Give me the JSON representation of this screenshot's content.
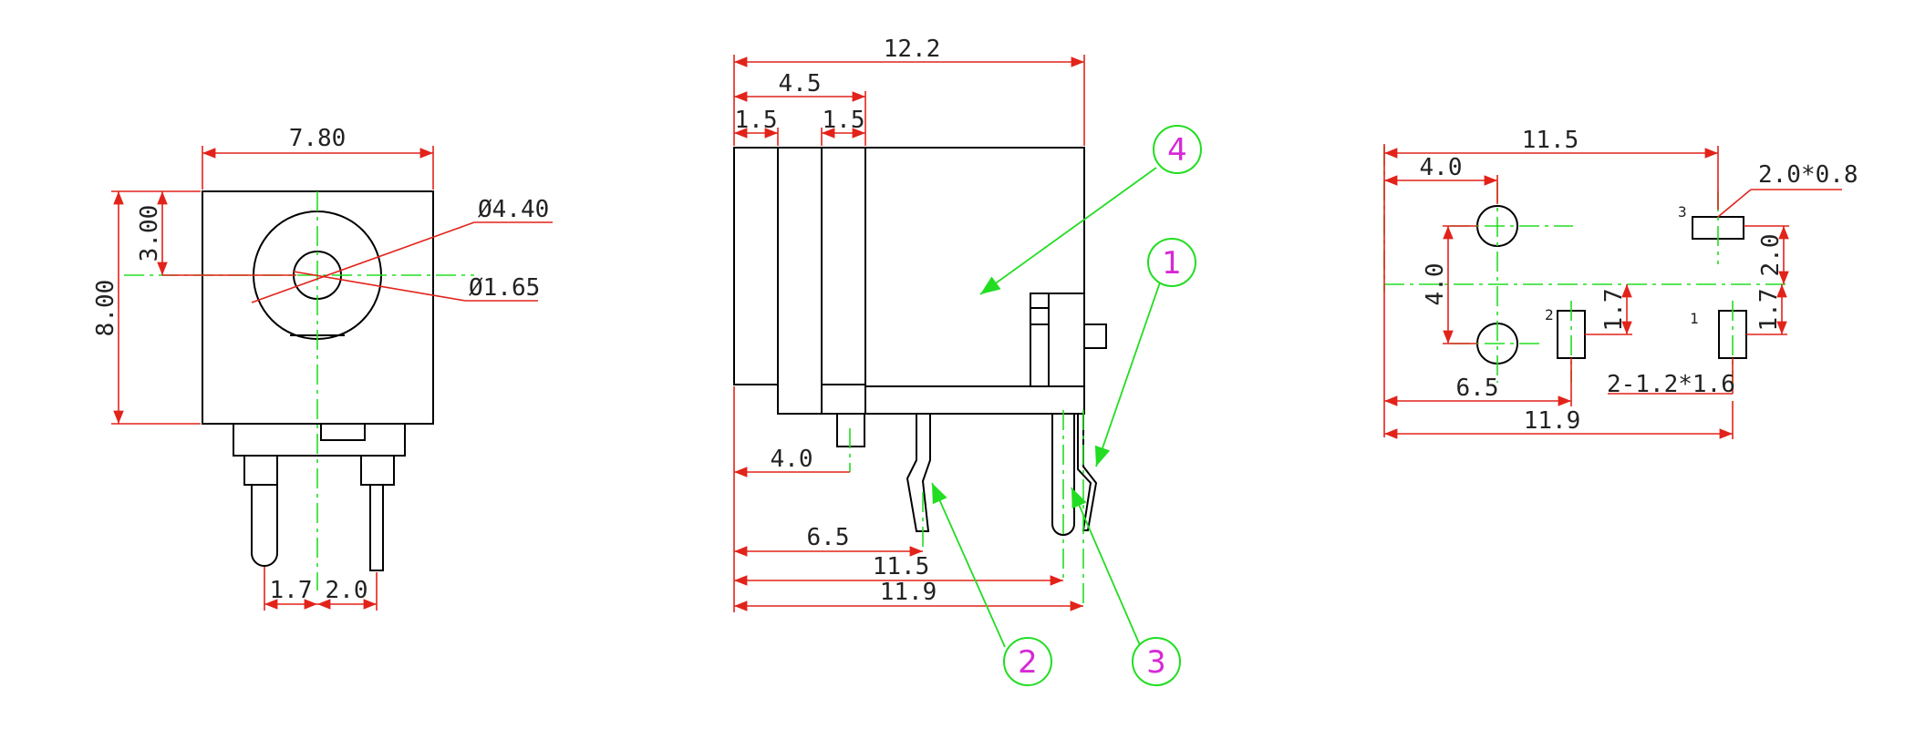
{
  "colors": {
    "outline": "#000000",
    "dimension": "#e2231a",
    "centerline": "#22dd22",
    "callout_text": "#d62ad6"
  },
  "front_view": {
    "width": "7.80",
    "height": "8.00",
    "center_height": "3.00",
    "outer_diameter": "Ø4.40",
    "inner_diameter": "Ø1.65",
    "pin_spacing_left": "1.7",
    "pin_spacing_right": "2.0"
  },
  "side_view": {
    "overall_length": "12.2",
    "flange_width": "4.5",
    "flange_left": "1.5",
    "flange_right": "1.5",
    "pin_front_offset": "4.0",
    "pin2_offset": "6.5",
    "pin_offset_11_5": "11.5",
    "pin_offset_11_9": "11.9",
    "callouts": [
      "1",
      "2",
      "3",
      "4"
    ]
  },
  "footprint_view": {
    "row_spacing": "11.5",
    "hole_offset": "4.0",
    "pad3_size": "2.0*0.8",
    "vertical_spacing": "4.0",
    "pad3_offset": "2.0",
    "pad2_offset": "1.7",
    "pad1_offset": "1.7",
    "pad2_x": "6.5",
    "pad1_x": "11.9",
    "slot_size": "2-1.2*1.6",
    "pad_labels": [
      "1",
      "2",
      "3"
    ]
  }
}
